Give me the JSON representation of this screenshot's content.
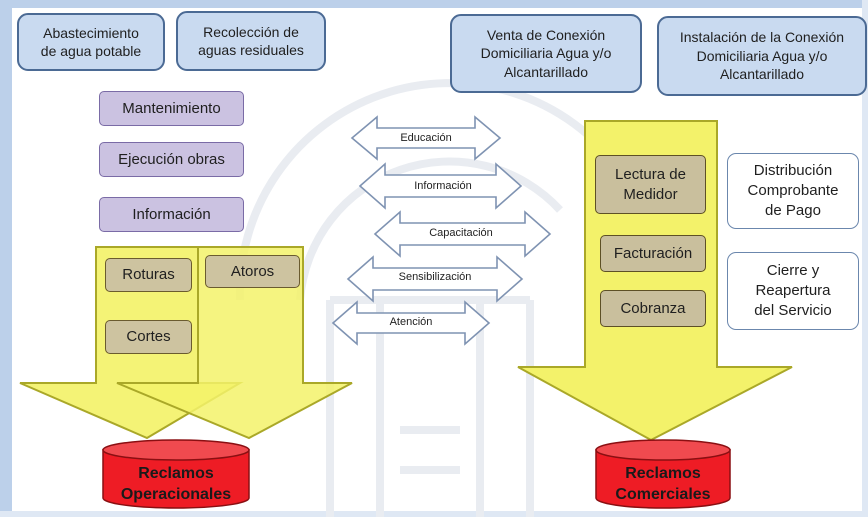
{
  "services": {
    "water_supply": "Abastecimiento\nde agua potable",
    "wastewater": "Recolección de\naguas residuales",
    "connection_sale": "Venta de Conexión\nDomiciliaria Agua y/o\nAlcantarillado",
    "connection_install": "Instalación de la Conexión\nDomiciliaria Agua y/o\nAlcantarillado"
  },
  "operational": {
    "activities": [
      "Mantenimiento",
      "Ejecución obras",
      "Información"
    ],
    "issues_left": [
      "Roturas",
      "Cortes"
    ],
    "issues_right": [
      "Atoros"
    ],
    "claim": "Reclamos\nOperacionales"
  },
  "commercial": {
    "activities": [
      "Lectura de\nMedidor",
      "Facturación",
      "Cobranza"
    ],
    "info": [
      "Distribución\nComprobante\nde Pago",
      "Cierre y\nReapertura\ndel Servicio"
    ],
    "claim": "Reclamos\nComerciales"
  },
  "communication": [
    "Educación",
    "Información",
    "Capacitación",
    "Sensibilización",
    "Atención"
  ],
  "colors": {
    "service_fill": "#c9daf0",
    "activity_fill": "#cbc2e1",
    "issue_fill": "#cdc3a0",
    "arrow_fill": "#f3f26a",
    "claim_fill": "#ee1c25",
    "frame": "#bcd0ea"
  }
}
